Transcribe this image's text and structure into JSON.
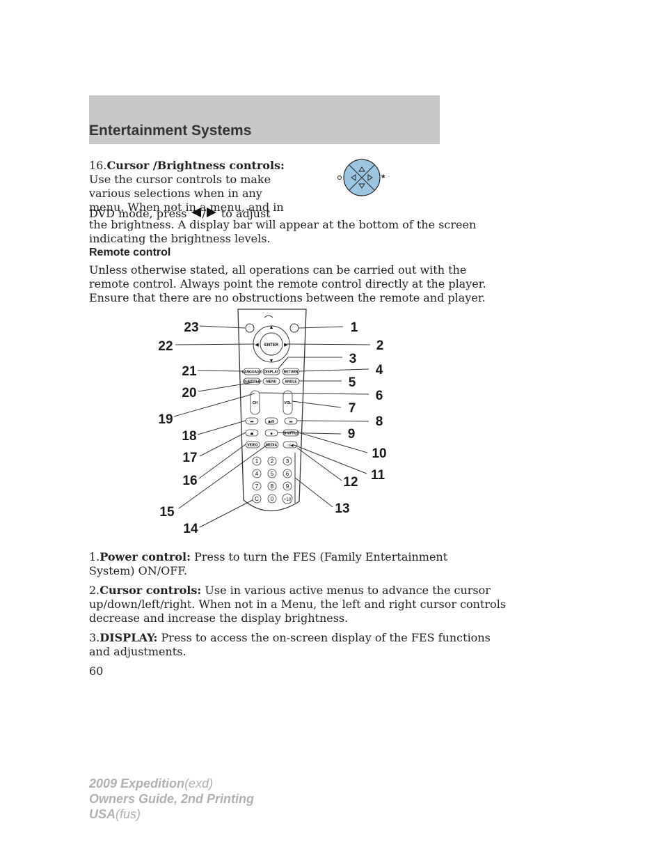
{
  "header": {
    "title": "Entertainment Systems"
  },
  "item16": {
    "number": "16.",
    "title": "Cursor /Brightness controls:",
    "lines": [
      "Use the cursor controls to make",
      "various selections when in any",
      "menu. When not in a menu, and in"
    ],
    "dvd_pre": "DVD mode, press",
    "slash": "/",
    "dvd_post": "to adjust",
    "lines2": [
      "the brightness. A display bar will appear at the bottom of the screen",
      "indicating the brightness levels."
    ]
  },
  "remote_heading": "Remote control",
  "remote_paragraph": [
    "Unless otherwise stated, all operations can be carried out with the",
    "remote control. Always point the remote control directly at the player.",
    "Ensure that there are no obstructions between the remote and player."
  ],
  "remote_buttons": {
    "enter": "ENTER",
    "language": "LANGUAGE",
    "display": "DISPLAY",
    "return": "RETURN",
    "subtitle": "SUBTITLE",
    "menu": "MENU",
    "angle": "ANGLE",
    "ch": "CH",
    "vol": "VOL",
    "shuffle": "SHUFFLE",
    "video": "VIDEO",
    "media": "MEDIA",
    "keypad": [
      "1",
      "2",
      "3",
      "4",
      "5",
      "6",
      "7",
      "8",
      "9",
      "C",
      "0",
      "+10"
    ]
  },
  "callouts": [
    "1",
    "2",
    "3",
    "4",
    "5",
    "6",
    "7",
    "8",
    "9",
    "10",
    "11",
    "12",
    "13",
    "14",
    "15",
    "16",
    "17",
    "18",
    "19",
    "20",
    "21",
    "22",
    "23"
  ],
  "items": [
    {
      "number": "1.",
      "title": "Power control:",
      "text": "Press to turn the FES (Family Entertainment",
      "text2": "System) ON/OFF."
    },
    {
      "number": "2.",
      "title": "Cursor controls:",
      "text": "Use in various active menus to advance the cursor",
      "text2": "up/down/left/right. When not in a Menu, the left and right cursor controls",
      "text3": "decrease and increase the display brightness."
    },
    {
      "number": "3.",
      "title": "DISPLAY:",
      "text": "Press to access the on-screen display of the FES functions",
      "text2": "and adjustments."
    }
  ],
  "page_number": "60",
  "footer": {
    "line1": "2009 Expedition",
    "line1_code": "(exd)",
    "line2": "Owners Guide, 2nd Printing",
    "line3": "USA",
    "line3_code": "(fus)"
  }
}
